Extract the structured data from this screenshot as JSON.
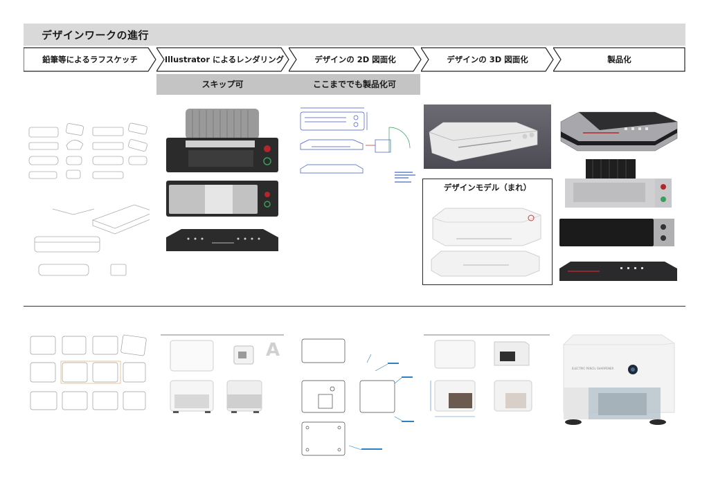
{
  "header": {
    "title": "デザインワークの進行"
  },
  "steps": [
    {
      "label": "鉛筆等によるラフスケッチ"
    },
    {
      "label": "Illustrator によるレンダリング"
    },
    {
      "label": "デザインの 2D 図面化"
    },
    {
      "label": "デザインの 3D 図面化"
    },
    {
      "label": "製品化"
    }
  ],
  "notes": {
    "skip": "スキップ可",
    "productizable": "ここまででも製品化可"
  },
  "model_box": {
    "title": "デザインモデル（まれ）"
  },
  "product_text": {
    "sharpener_label": "ELECTRIC PENCIL SHARPENER",
    "drawing_letter": "A"
  },
  "colors": {
    "title_bg": "#d9d9d9",
    "note_bg": "#c4c4c4",
    "device_dark": "#2b2b2b",
    "device_red": "#b3262b"
  }
}
